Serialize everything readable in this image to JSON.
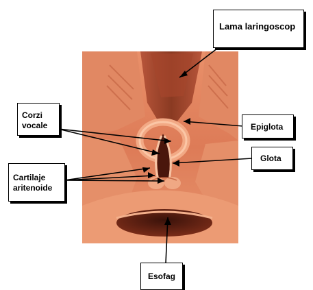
{
  "labels": {
    "lama": "Lama laringoscop",
    "corzi": "Corzi\nvocale",
    "cartilaje": "Cartilaje\naritenoide",
    "epiglota": "Epiglota",
    "glota": "Glota",
    "esofag": "Esofag"
  },
  "colors": {
    "background": "#ffffff",
    "label_border": "#000000",
    "arrow": "#000000",
    "tissue_base": "#d97a55",
    "tissue_light": "#f0a37f",
    "tissue_dark": "#8a3a22",
    "cavity": "#5a1e10"
  }
}
